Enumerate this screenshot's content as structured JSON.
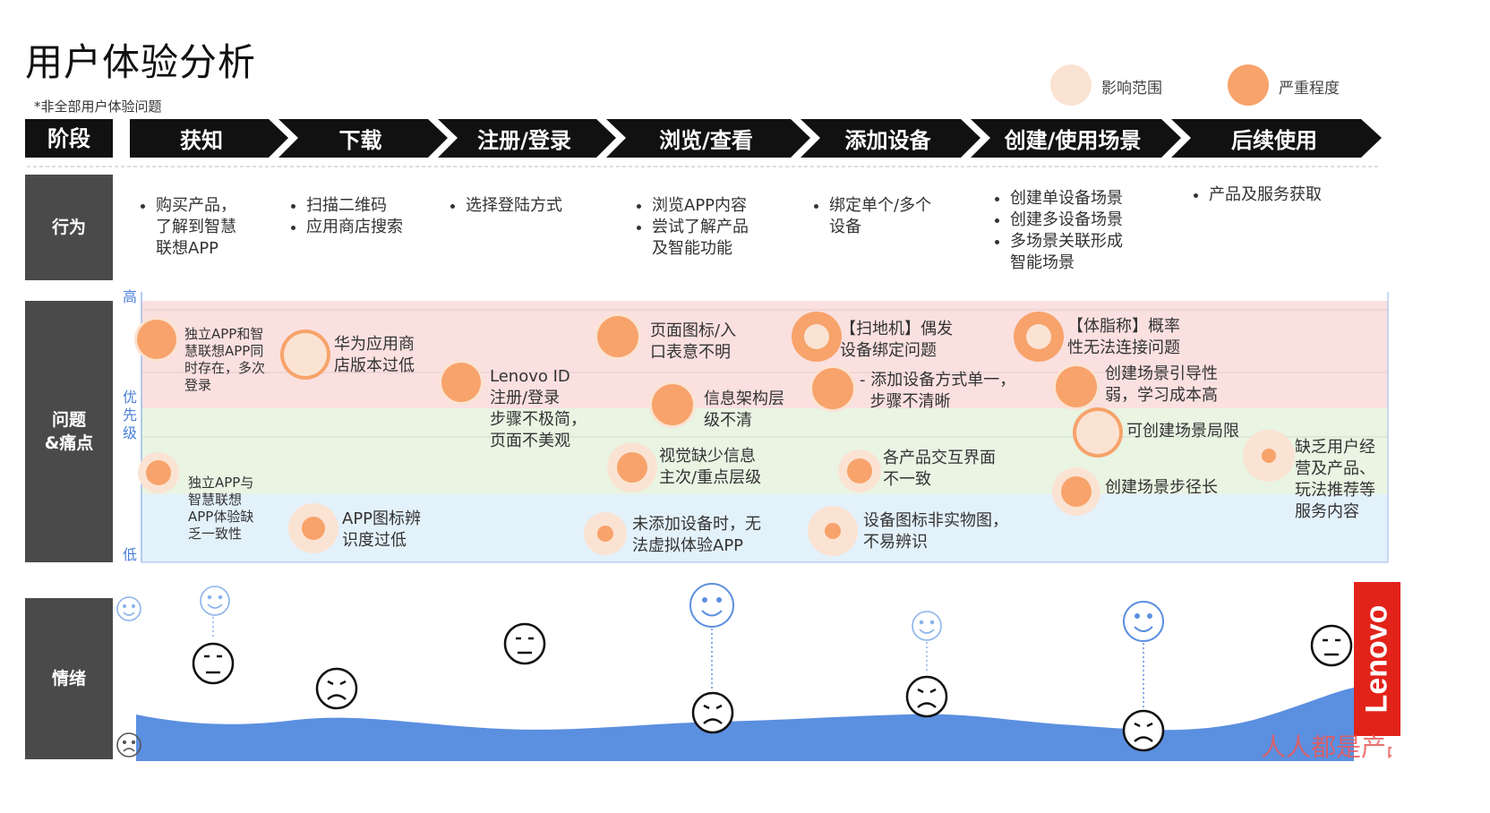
{
  "title": "用户体验分析",
  "subtitle": "*非全部用户体验问题",
  "legend": [
    {
      "label": "影响范围",
      "color": "#fbe3d3"
    },
    {
      "label": "严重程度",
      "color": "#f7a36b"
    }
  ],
  "stages_header": "阶段",
  "stages": [
    "获知",
    "下载",
    "注册/登录",
    "浏览/查看",
    "添加设备",
    "创建/使用场景",
    "后续使用"
  ],
  "rows": {
    "behavior": "行为",
    "issues": "问题\n&痛点",
    "emotion": "情绪"
  },
  "priority": {
    "high": "高",
    "mid": "优\n先\n级",
    "low": "低"
  },
  "behaviors": [
    [
      "购买产品，\n了解到智慧\n联想APP"
    ],
    [
      "扫描二维码",
      "应用商店搜索"
    ],
    [
      "选择登陆方式"
    ],
    [
      "浏览APP内容",
      "尝试了解产品\n及智能功能"
    ],
    [
      "绑定单个/多个\n设备"
    ],
    [
      "创建单设备场景",
      "创建多设备场景",
      "多场景关联形成\n智能场景"
    ],
    [
      "产品及服务获取"
    ]
  ],
  "issues": [
    {
      "id": "i1",
      "text": "独立APP和智\n慧联想APP同\n时存在，多次\n登录",
      "small": true
    },
    {
      "id": "i2",
      "text": "华为应用商\n店版本过低"
    },
    {
      "id": "i3",
      "text": "Lenovo ID\n注册/登录\n步骤不极简，\n页面不美观"
    },
    {
      "id": "i4",
      "text": "页面图标/入\n口表意不明"
    },
    {
      "id": "i5",
      "text": "信息架构层\n级不清"
    },
    {
      "id": "i6",
      "text": "【扫地机】偶发\n设备绑定问题"
    },
    {
      "id": "i7",
      "text": "- 添加设备方式单一，\n  步骤不清晰"
    },
    {
      "id": "i8",
      "text": "【体脂称】概率\n性无法连接问题"
    },
    {
      "id": "i9",
      "text": "创建场景引导性\n弱，学习成本高"
    },
    {
      "id": "i10",
      "text": "可创建场景局限"
    },
    {
      "id": "i11",
      "text": "独立APP与\n智慧联想\nAPP体验缺\n乏一致性",
      "small": true
    },
    {
      "id": "i12",
      "text": "视觉缺少信息\n主次/重点层级"
    },
    {
      "id": "i13",
      "text": "各产品交互界面\n不一致"
    },
    {
      "id": "i14",
      "text": "创建场景步径长"
    },
    {
      "id": "i15",
      "text": "缺乏用户经\n营及产品、\n玩法推荐等\n服务内容"
    },
    {
      "id": "i16",
      "text": "APP图标辨\n识度过低"
    },
    {
      "id": "i17",
      "text": "未添加设备时，无\n法虚拟体验APP"
    },
    {
      "id": "i18",
      "text": "设备图标非实物图，\n不易辨识"
    }
  ],
  "emotion_scale": {
    "top": "smile-icon",
    "bottom": "frown-icon"
  },
  "brand": "Lenovo",
  "watermark": "人人都是产品经理",
  "colors": {
    "stage_bar": "#111111",
    "row_header": "#4a4a4a",
    "band_high": "#fbe0e0",
    "band_mid": "#e9f4e3",
    "band_low": "#e3f1fb",
    "bubble_outer": "#fbe3d3",
    "bubble_inner": "#f7a36b",
    "wave": "#5b8fe0",
    "happy_face": "#5b8fe0",
    "brand_red": "#e2231a"
  }
}
